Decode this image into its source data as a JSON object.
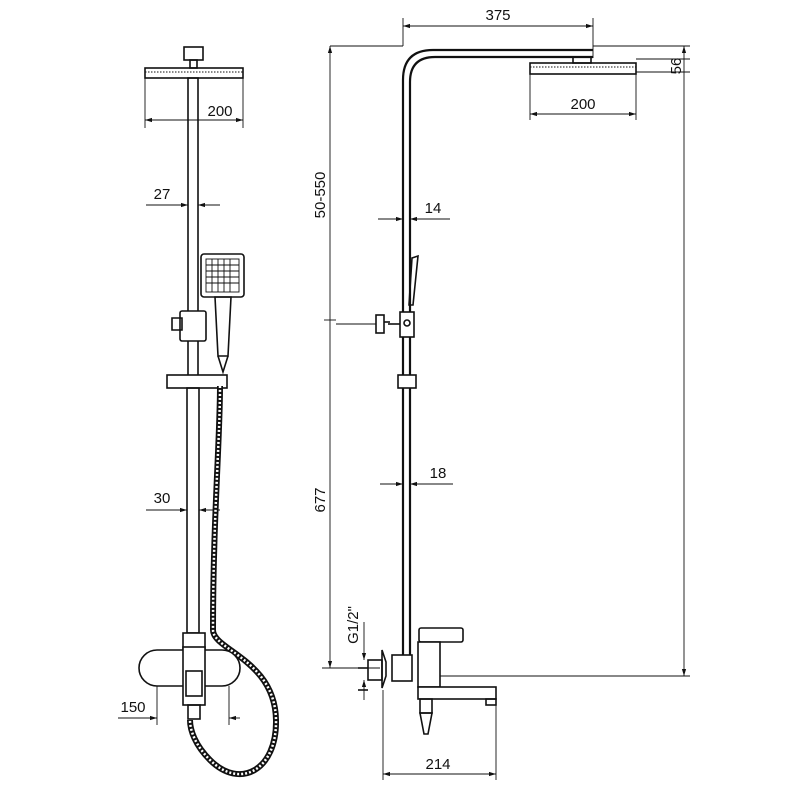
{
  "diagram": {
    "type": "technical-drawing",
    "subject": "shower column set",
    "views": [
      "front",
      "side"
    ]
  },
  "dimensions": {
    "front_head_width": "200",
    "front_pipe_diameter": "27",
    "front_lower_pipe_diameter": "30",
    "front_mixer_center": "150",
    "side_arm_reach": "375",
    "side_head_thickness": "56",
    "side_head_width": "200",
    "side_height_range": "50-550",
    "side_pipe_diameter": "14",
    "side_lower_pipe_diameter": "18",
    "side_lower_height": "677",
    "side_thread": "G1/2\"",
    "side_spout_depth": "214"
  }
}
